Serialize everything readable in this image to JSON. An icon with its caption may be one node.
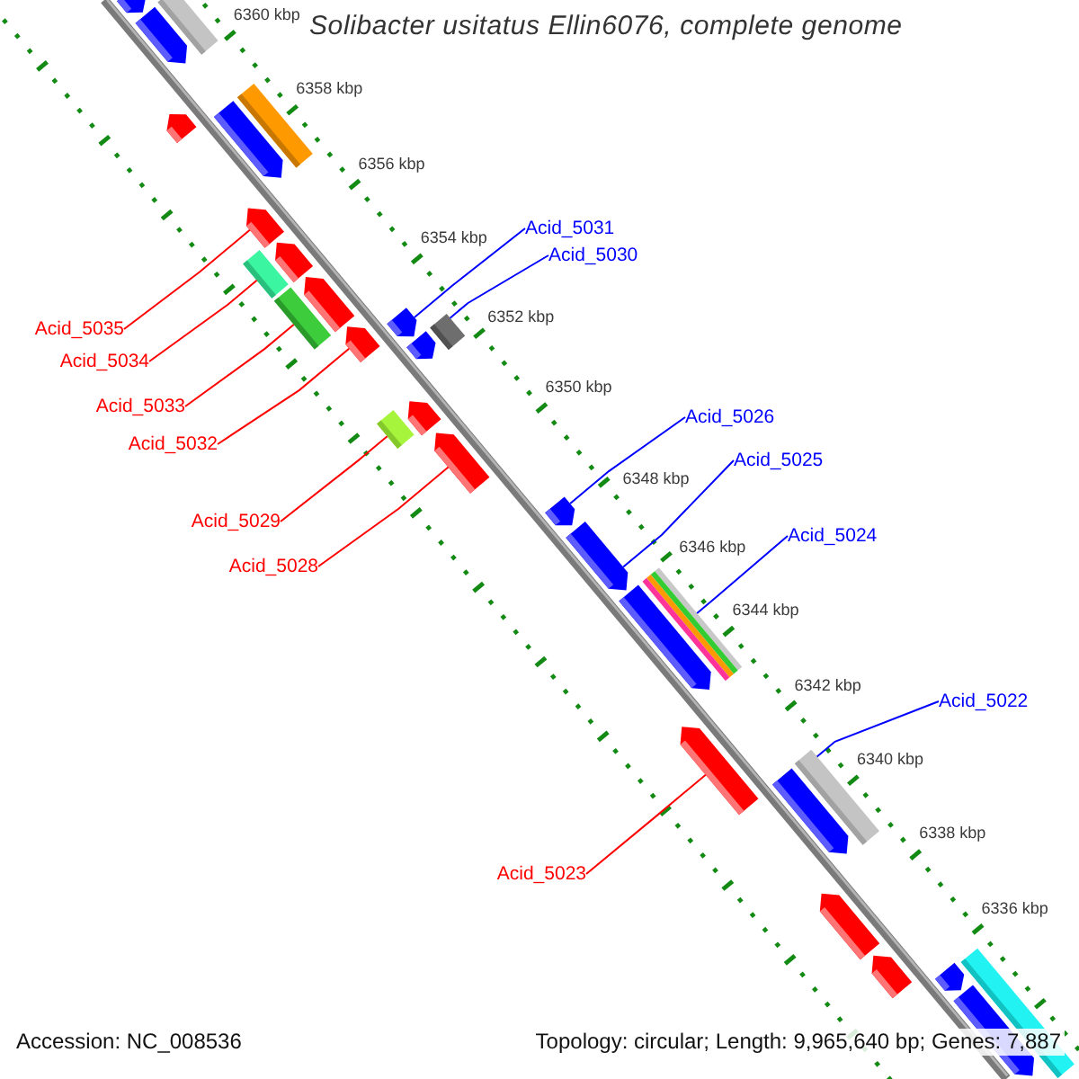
{
  "diagram": {
    "title": "Solibacter usitatus Ellin6076, complete genome",
    "nodes": [
      {
        "text": [],
        "shape": "arrow"
      },
      {
        "text": [],
        "shape": "arrow"
      },
      {
        "text": [],
        "shape": "bar"
      },
      {
        "text": [],
        "shape": "arrow"
      },
      {
        "text": [],
        "shape": "arrow"
      },
      {
        "text": [],
        "shape": "bar"
      },
      {
        "text": [
          "Acid_5035"
        ]
      },
      {
        "text": [],
        "shape": "arrow"
      },
      {
        "text": [
          "Acid_5034"
        ]
      },
      {
        "text": [],
        "shape": "bar"
      },
      {
        "text": [],
        "shape": "arrow"
      },
      {
        "text": [
          "Acid_5033"
        ]
      },
      {
        "text": [],
        "shape": "bar"
      },
      {
        "text": [],
        "shape": "arrow"
      },
      {
        "text": [
          "Acid_5032"
        ]
      },
      {
        "text": [],
        "shape": "arrow"
      },
      {
        "text": [
          "Acid_5031"
        ]
      },
      {
        "text": [],
        "shape": "arrow"
      },
      {
        "text": [
          "Acid_5030"
        ]
      },
      {
        "text": [],
        "shape": "arrow"
      },
      {
        "text": [],
        "shape": "bar"
      },
      {
        "text": [
          "Acid_5029"
        ]
      },
      {
        "text": [],
        "shape": "bar"
      },
      {
        "text": [],
        "shape": "arrow"
      },
      {
        "text": [
          "Acid_5028"
        ]
      },
      {
        "text": [],
        "shape": "arrow"
      },
      {
        "text": [
          "Acid_5026"
        ]
      },
      {
        "text": [],
        "shape": "arrow"
      },
      {
        "text": [
          "Acid_5025"
        ]
      },
      {
        "text": [],
        "shape": "arrow"
      },
      {
        "text": [
          "Acid_5024"
        ]
      },
      {
        "text": [],
        "shape": "arrow"
      },
      {
        "text": [],
        "shape": "bar"
      },
      {
        "text": [
          "Acid_5023"
        ]
      },
      {
        "text": [],
        "shape": "arrow"
      },
      {
        "text": [
          "Acid_5022"
        ]
      },
      {
        "text": [],
        "shape": "arrow"
      },
      {
        "text": [],
        "shape": "bar"
      },
      {
        "text": [],
        "shape": "arrow"
      },
      {
        "text": [],
        "shape": "arrow"
      },
      {
        "text": [],
        "shape": "arrow"
      },
      {
        "text": [],
        "shape": "bar"
      },
      {
        "text": [],
        "shape": "arrow"
      }
    ],
    "edges": [
      {
        "from": 6,
        "to": 7,
        "arrow": "none"
      },
      {
        "from": 8,
        "to": 9,
        "arrow": "none"
      },
      {
        "from": 11,
        "to": 12,
        "arrow": "none"
      },
      {
        "from": 14,
        "to": 15,
        "arrow": "none"
      },
      {
        "from": 16,
        "to": 17,
        "arrow": "none",
        "color": "#0000ff"
      },
      {
        "from": 18,
        "to": 20,
        "arrow": "none",
        "color": "#0000ff"
      },
      {
        "from": 21,
        "to": 22,
        "arrow": "none"
      },
      {
        "from": 24,
        "to": 25,
        "arrow": "none"
      },
      {
        "from": 26,
        "to": 27,
        "arrow": "none",
        "color": "#0000ff"
      },
      {
        "from": 28,
        "to": 29,
        "arrow": "none",
        "color": "#0000ff"
      },
      {
        "from": 30,
        "to": 32,
        "arrow": "none",
        "color": "#0000ff"
      },
      {
        "from": 33,
        "to": 34,
        "arrow": "none"
      },
      {
        "from": 35,
        "to": 37,
        "arrow": "none",
        "color": "#0000ff"
      }
    ],
    "labels": [
      "6360 kbp",
      "6358 kbp",
      "6356 kbp",
      "6354 kbp",
      "6352 kbp",
      "6350 kbp",
      "6348 kbp",
      "6346 kbp",
      "6344 kbp",
      "6342 kbp",
      "6340 kbp",
      "6338 kbp",
      "6336 kbp",
      "Accession: NC_008536",
      "Topology: circular; Length: 9,965,640 bp; Genes: 7,887"
    ]
  }
}
